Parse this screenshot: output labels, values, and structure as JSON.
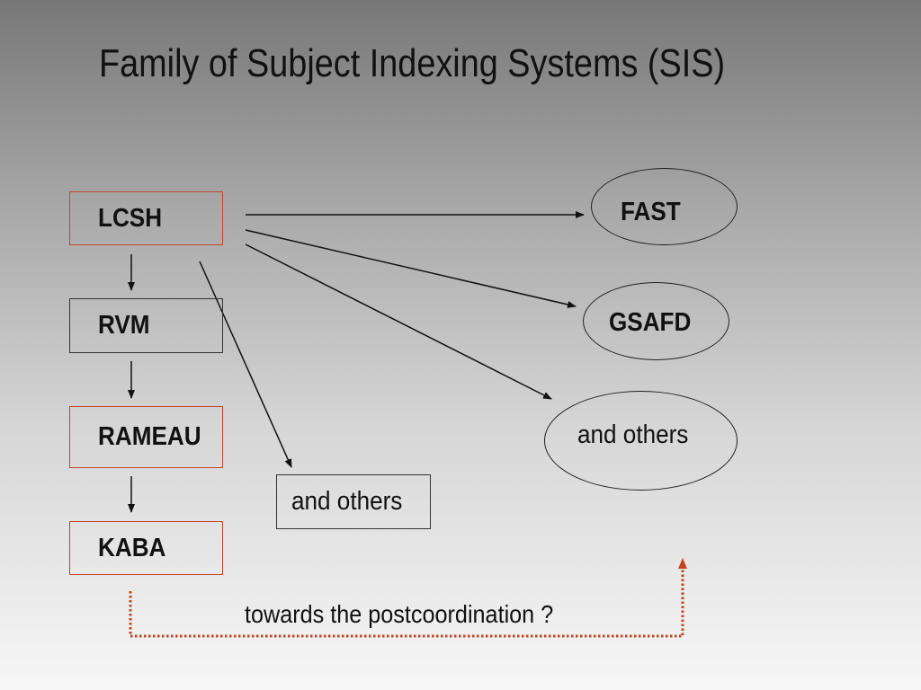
{
  "title": "Family of Subject Indexing Systems (SIS)",
  "systems": {
    "lcsh": "LCSH",
    "rvm": "RVM",
    "rameau": "RAMEAU",
    "kaba": "KABA",
    "others_box": "and others"
  },
  "derived": {
    "fast": "FAST",
    "gsafd": "GSAFD",
    "others_ellipse": "and others"
  },
  "caption": "towards the postcoordination ?",
  "colors": {
    "box_border": "#c0462a",
    "dotted_arrow": "#c0461e",
    "line": "#111111"
  }
}
